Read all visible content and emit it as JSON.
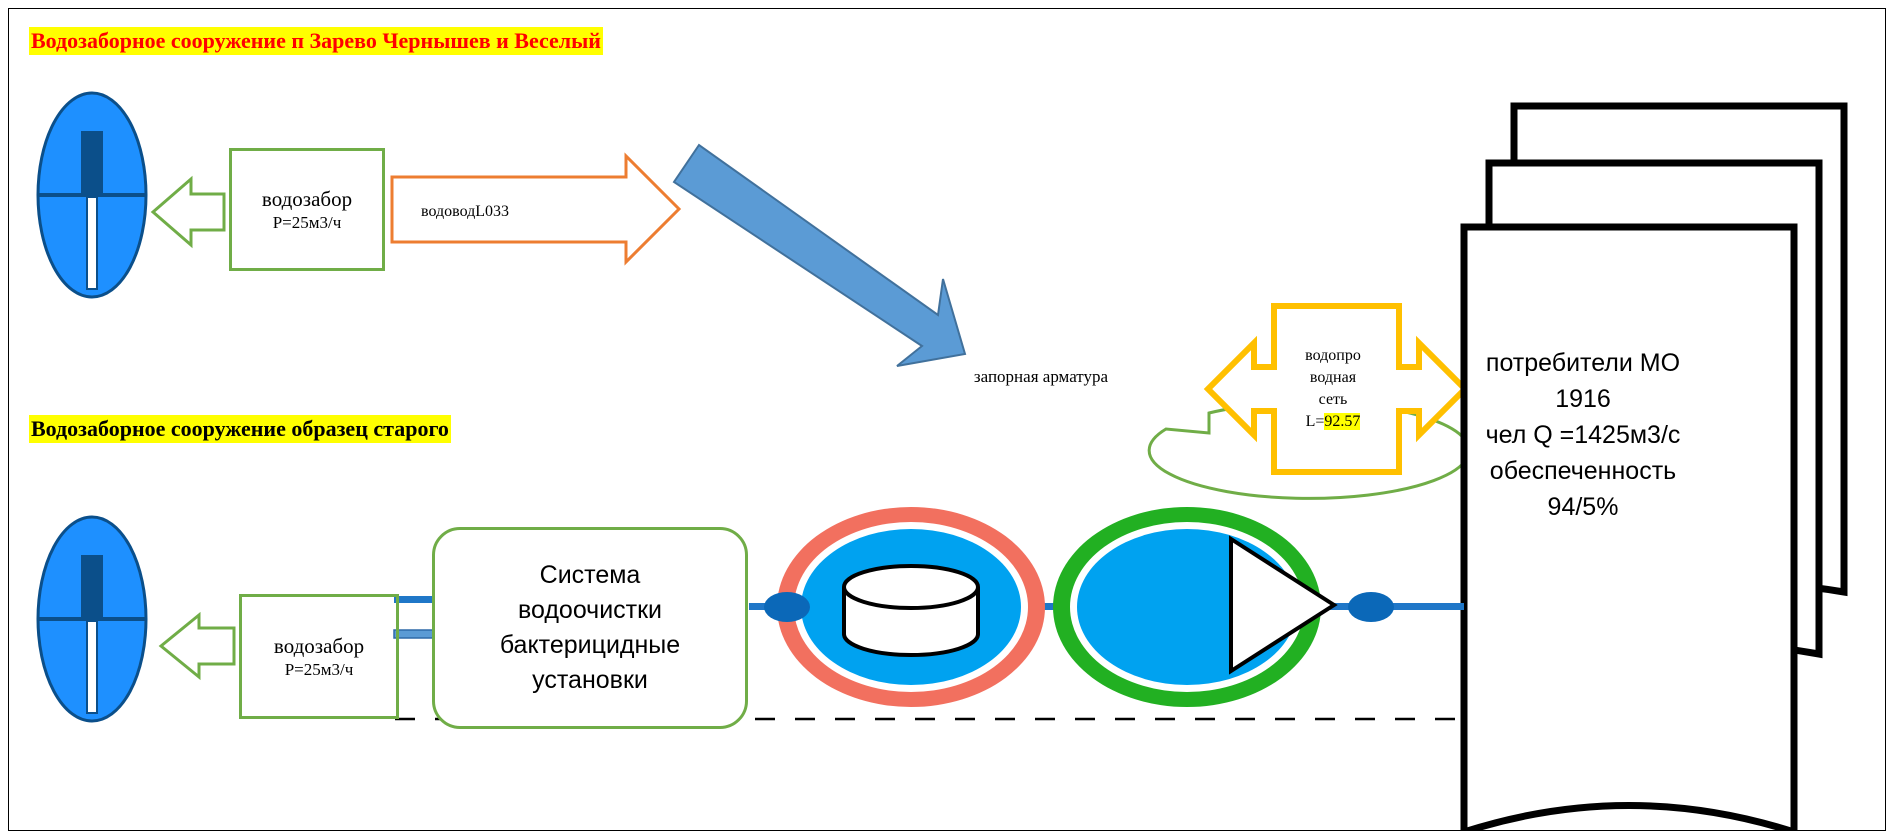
{
  "titles": {
    "main": "Водозаборное сооружение п Зарево Чернышев и Веселый",
    "old_sample": "Водозаборное сооружение образец старого"
  },
  "intake_top": {
    "label": "водозабор",
    "capacity": "Р=25м3/ч"
  },
  "pipeline": {
    "label": "водоводL033"
  },
  "valves": {
    "label": "запорная арматура"
  },
  "network": {
    "line1": "водопро",
    "line2": "водная",
    "line3": "сеть",
    "length_prefix": "L=",
    "length_value": "92.57"
  },
  "consumers": {
    "line1": "потребители МО 1916",
    "line2": "чел Q =1425м3/с",
    "line3": "обеспеченность",
    "line4": "94/5%"
  },
  "intake_bottom": {
    "label": "водозабор",
    "capacity": "Р=25м3/ч"
  },
  "treatment": {
    "line1": "Система",
    "line2": "водоочистки",
    "line3": "бактерицидные",
    "line4": "установки"
  },
  "colors": {
    "well_blue": "#1e90ff",
    "dark_blue": "#0b4f8a",
    "green": "#70ad47",
    "orange": "#ed7d31",
    "yellow_arrow": "#ffc000",
    "big_arrow": "#5b9bd5",
    "tank_ring": "#f2705f",
    "pump_ring": "#22b022",
    "symbol_fill": "#00a2f0"
  },
  "icons": [
    "well-icon",
    "tank-icon",
    "pump-icon",
    "document-stack-icon"
  ]
}
